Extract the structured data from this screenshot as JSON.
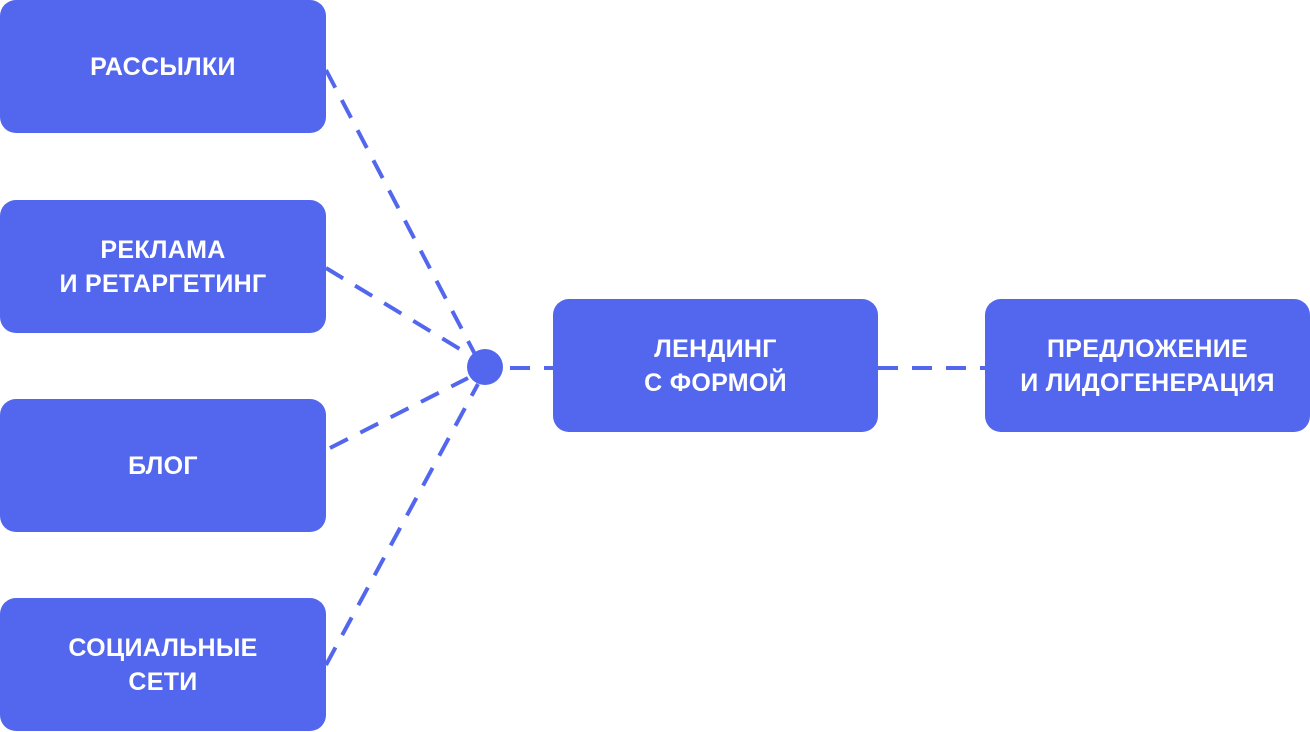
{
  "colors": {
    "node_fill": "#5267EE",
    "node_text": "#FFFFFF",
    "connector": "#5267EE",
    "background": "#FFFFFF"
  },
  "sources": [
    {
      "id": "mailings",
      "label": "РАССЫЛКИ"
    },
    {
      "id": "ads",
      "label": "РЕКЛАМА\nИ РЕТАРГЕТИНГ"
    },
    {
      "id": "blog",
      "label": "БЛОГ"
    },
    {
      "id": "social",
      "label": "СОЦИАЛЬНЫЕ\nСЕТИ"
    }
  ],
  "landing": {
    "label": "ЛЕНДИНГ\nС ФОРМОЙ"
  },
  "offer": {
    "label": "ПРЕДЛОЖЕНИЕ\nИ ЛИДОГЕНЕРАЦИЯ"
  },
  "connections": [
    {
      "from": "mailings",
      "to": "hub"
    },
    {
      "from": "ads",
      "to": "hub"
    },
    {
      "from": "blog",
      "to": "hub"
    },
    {
      "from": "social",
      "to": "hub"
    },
    {
      "from": "hub",
      "to": "landing"
    },
    {
      "from": "landing",
      "to": "offer"
    }
  ]
}
